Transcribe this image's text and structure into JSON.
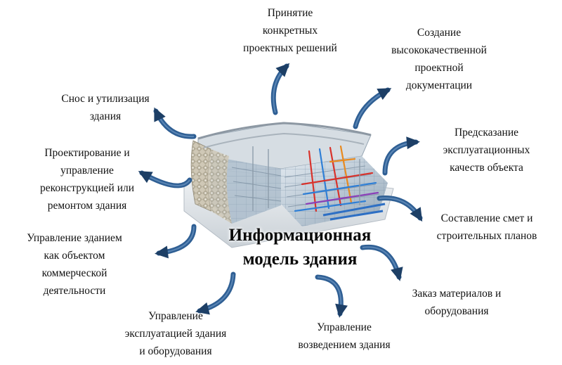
{
  "center_title": [
    "Информационная",
    "модель здания"
  ],
  "colors": {
    "arrow": "#2f5f94",
    "arrow_shadow": "#1d3f66",
    "building_glass": "#b9c9d6",
    "facade": "#c8c2b2",
    "pipe_red": "#d8332c",
    "pipe_blue": "#2f7fd6"
  },
  "labels": [
    {
      "id": "decisions",
      "lines": [
        "Принятие",
        "конкретных",
        "проектных решений"
      ]
    },
    {
      "id": "documentation",
      "lines": [
        "Создание",
        "высококачественной",
        "проектной",
        "документации"
      ]
    },
    {
      "id": "prediction",
      "lines": [
        "Предсказание",
        "эксплуатационных",
        "качеств объекта"
      ]
    },
    {
      "id": "estimates",
      "lines": [
        "Составление смет и",
        "строительных планов"
      ]
    },
    {
      "id": "materials",
      "lines": [
        "Заказ материалов и",
        "оборудования"
      ]
    },
    {
      "id": "construction",
      "lines": [
        "Управление",
        "возведением здания"
      ]
    },
    {
      "id": "operation",
      "lines": [
        "Управление",
        "эксплуатацией здания",
        "и оборудования"
      ]
    },
    {
      "id": "commercial",
      "lines": [
        "Управление зданием",
        "как объектом",
        "коммерческой",
        "деятельности"
      ]
    },
    {
      "id": "reconstruction",
      "lines": [
        "Проектирование и",
        "управление",
        "реконструкцией или",
        "ремонтом здания"
      ]
    },
    {
      "id": "demolition",
      "lines": [
        "Снос и утилизация",
        "здания"
      ]
    }
  ],
  "arrow_icon": "curved-arrow-icon",
  "building_icon": "building-model-icon"
}
